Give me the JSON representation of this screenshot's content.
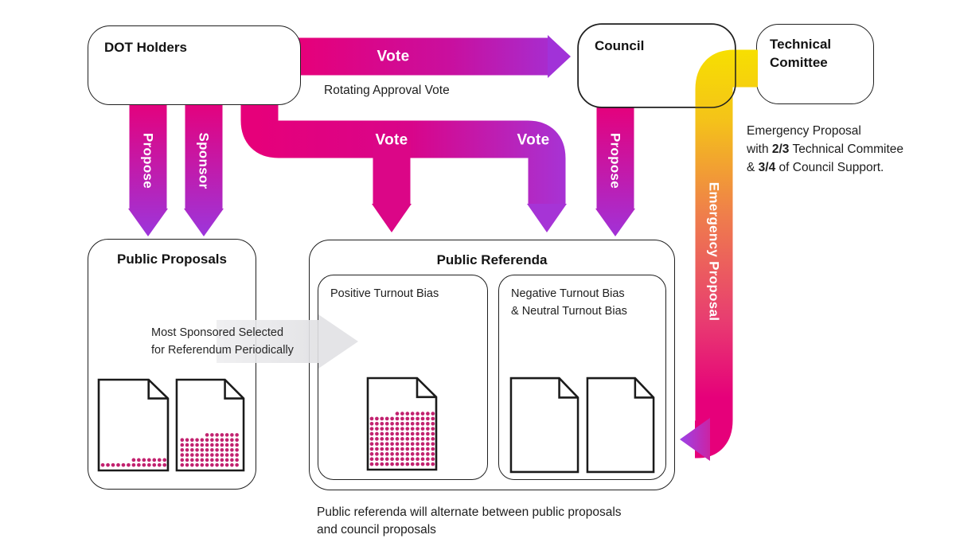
{
  "colors": {
    "pink": "#E6007A",
    "purple": "#A634D6",
    "yellow": "#F7E000",
    "orange": "#EF7E4B",
    "gray_arrow": "#E2E2E6",
    "dot": "#C2226F",
    "border": "#1f1f1f"
  },
  "boxes": {
    "dot_holders": "DOT Holders",
    "council": "Council",
    "technical_line1": "Technical",
    "technical_line2": "Comittee",
    "public_proposals": "Public Proposals",
    "public_referenda": "Public Referenda",
    "positive_bias": "Positive Turnout Bias",
    "negative_bias_line1": "Negative Turnout Bias",
    "negative_bias_line2": "& Neutral Turnout Bias"
  },
  "arrows": {
    "vote_top": "Vote",
    "vote_mid_left": "Vote",
    "vote_mid_right": "Vote",
    "propose_dot": "Propose",
    "sponsor": "Sponsor",
    "propose_council": "Propose",
    "emergency": "Emergency Proposal",
    "selection_line1": "Most Sponsored Selected",
    "selection_line2": "for Referendum Periodically"
  },
  "annotations": {
    "rotating_vote": "Rotating Approval Vote",
    "emergency_line1": "Emergency Proposal",
    "emergency_line2_pre": "with ",
    "emergency_line2_bold": "2/3",
    "emergency_line2_post": " Technical Commitee",
    "emergency_line3_pre": "& ",
    "emergency_line3_bold": "3/4",
    "emergency_line3_post": " of Council Support.",
    "caption_line1": "Public referenda will alternate between public proposals",
    "caption_line2": "and council proposals"
  },
  "documents": [
    {
      "name": "proposal-doc-low-support",
      "cols": 13,
      "full_rows": 1,
      "partial": 7
    },
    {
      "name": "proposal-doc-high-support",
      "cols": 12,
      "full_rows": 6,
      "partial": 7
    },
    {
      "name": "referendum-doc-votes",
      "cols": 13,
      "full_rows": 10,
      "partial": 8
    },
    {
      "name": "referendum-doc-empty-1",
      "cols": 13,
      "full_rows": 0,
      "partial": 0
    },
    {
      "name": "referendum-doc-empty-2",
      "cols": 13,
      "full_rows": 0,
      "partial": 0
    }
  ]
}
